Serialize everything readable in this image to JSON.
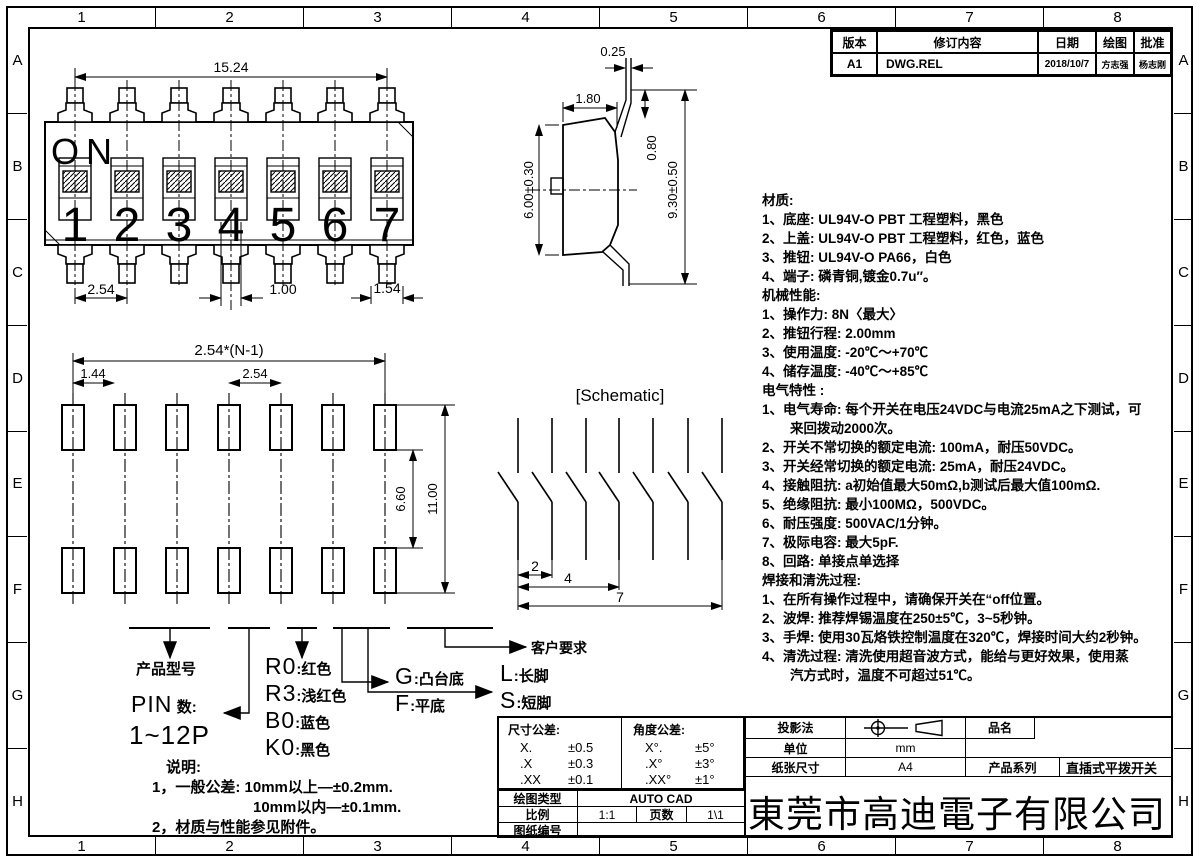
{
  "grid": {
    "cols": [
      "1",
      "2",
      "3",
      "4",
      "5",
      "6",
      "7",
      "8"
    ],
    "rows": [
      "A",
      "B",
      "C",
      "D",
      "E",
      "F",
      "G",
      "H"
    ]
  },
  "revision": {
    "headers": [
      "版本",
      "修订内容",
      "日期",
      "绘图",
      "批准"
    ],
    "row": {
      "rev": "A1",
      "desc": "DWG.REL",
      "date": "2018/10/7",
      "drawn": "方志强",
      "approved": "杨志刚"
    }
  },
  "top_view": {
    "on": "ON",
    "positions": [
      "1",
      "2",
      "3",
      "4",
      "5",
      "6",
      "7"
    ],
    "dim_width": "15.24",
    "dim_pitch": "2.54",
    "dim_slot": "1.00",
    "dim_pin": "1.54"
  },
  "side_view": {
    "dim_pin_w": "0.25",
    "dim_top": "1.80",
    "dim_bend": "0.80",
    "dim_body": "6.00±0.30",
    "dim_total": "9.30±0.50"
  },
  "pcb": {
    "dim_span": "2.54*(N-1)",
    "dim_pad": "1.44",
    "dim_pitch": "2.54",
    "dim_gap": "6.60",
    "dim_height": "11.00"
  },
  "schematic": {
    "title": "[Schematic]",
    "dim_a": "2",
    "dim_b": "4",
    "dim_c": "7"
  },
  "specs": {
    "lines": [
      "材质:",
      "1、底座: UL94V-O PBT 工程塑料，黑色",
      "2、上盖: UL94V-O PBT 工程塑料，红色，蓝色",
      "3、推钮: UL94V-O PA66，白色",
      "4、端子: 磷青铜,镀金0.7u″。",
      "机械性能:",
      "1、操作力: 8N〈最大〉",
      "2、推钮行程: 2.00mm",
      "3、使用温度: -20℃～+70℃",
      "4、储存温度: -40℃～+85℃",
      "电气特性 :",
      "1、电气寿命: 每个开关在电压24VDC与电流25mA之下测试，可",
      "来回拨动2000次。",
      "2、开关不常切换的额定电流: 100mA，耐压50VDC。",
      "3、开关经常切换的额定电流: 25mA，耐压24VDC。",
      "4、接触阻抗: a初始值最大50mΩ,b测试后最大值100mΩ.",
      "5、绝缘阻抗: 最小100MΩ，500VDC。",
      "6、耐压强度: 500VAC/1分钟。",
      "7、极际电容: 最大5pF.",
      "8、回路: 单接点单选择",
      "焊接和清洗过程:",
      "1、在所有操作过程中，请确保开关在“off位置。",
      "2、波焊: 推荐焊锡温度在250±5℃，3~5秒钟。",
      "3、手焊: 使用30瓦烙铁控制温度在320℃，焊接时间大约2秒钟。",
      "4、清洗过程: 清洗使用超音波方式，能给与更好效果，使用蒸",
      "汽方式时，温度不可超过51℃。"
    ]
  },
  "ordering": {
    "part_label": "产品型号",
    "pin_code": "PIN",
    "pin_suffix": "数:",
    "pin_range": "1~12P",
    "colors": [
      {
        "code": "R0",
        "desc": ":红色"
      },
      {
        "code": "R3",
        "desc": ":浅红色"
      },
      {
        "code": "B0",
        "desc": ":蓝色"
      },
      {
        "code": "K0",
        "desc": ":黑色"
      }
    ],
    "base": [
      {
        "code": "G",
        "desc": ":凸台底"
      },
      {
        "code": "F",
        "desc": ":平底"
      }
    ],
    "feet": [
      {
        "code": "L",
        "desc": ":长脚"
      },
      {
        "code": "S",
        "desc": ":短脚"
      }
    ],
    "customer": "客户要求"
  },
  "notes": {
    "title": "说明:",
    "line1": "1，一般公差: 10mm以上—±0.2mm.",
    "line2": "10mm以内—±0.1mm.",
    "line3": "2，材质与性能参见附件。"
  },
  "title_block": {
    "dim_tol_title": "尺寸公差:",
    "angle_tol_title": "角度公差:",
    "dim_tols": [
      {
        "sym": "X.",
        "val": "±0.5"
      },
      {
        "sym": ".X",
        "val": "±0.3"
      },
      {
        "sym": ".XX",
        "val": "±0.1"
      }
    ],
    "angle_tols": [
      {
        "sym": "X°.",
        "val": "±5°"
      },
      {
        "sym": ".X°",
        "val": "±3°"
      },
      {
        "sym": ".XX°",
        "val": "±1°"
      }
    ],
    "draw_type_label": "绘图类型",
    "draw_type": "AUTO CAD",
    "scale_label": "比例",
    "scale": "1:1",
    "pages_label": "页数",
    "pages": "1\\1",
    "drawing_no_label": "图纸编号",
    "projection_label": "投影法",
    "name_label": "品名",
    "unit_label": "单位",
    "unit": "mm",
    "paper_label": "纸张尺寸",
    "paper": "A4",
    "series_label": "产品系列",
    "series": "直插式平拨开关"
  },
  "company": "東莞市高迪電子有限公司"
}
